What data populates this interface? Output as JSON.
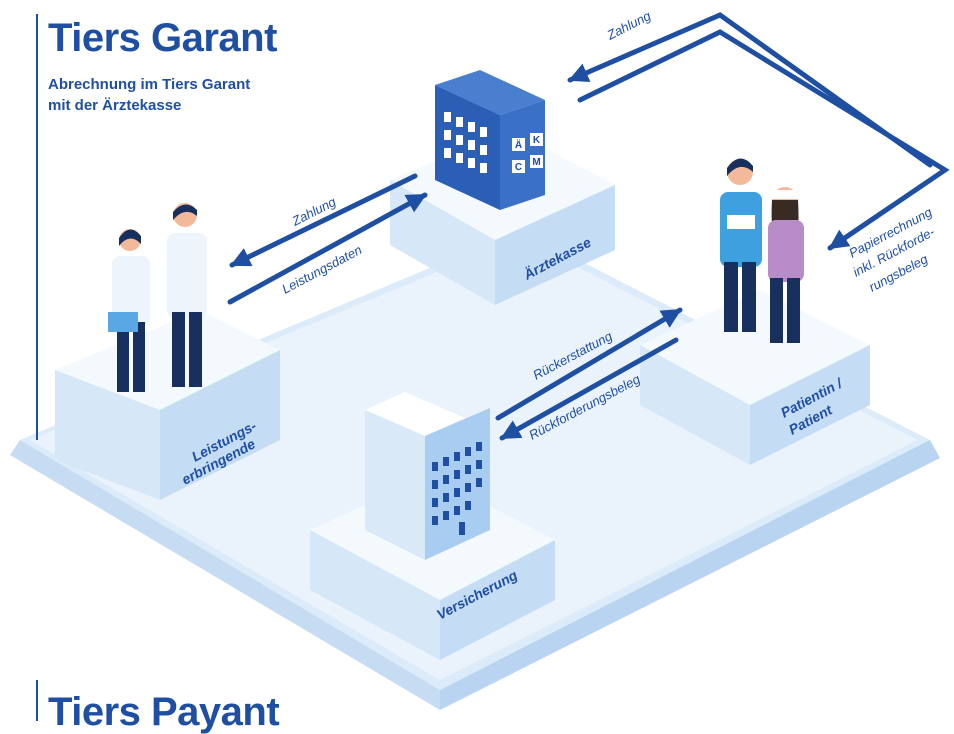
{
  "header": {
    "title": "Tiers Garant",
    "subtitle_line1": "Abrechnung im Tiers Garant",
    "subtitle_line2": "mit der Ärztekasse"
  },
  "footer": {
    "title": "Tiers Payant"
  },
  "nodes": {
    "aerztekasse": "Ärztekasse",
    "leistung_line1": "Leistungs-",
    "leistung_line2": "erbringende",
    "patient_line1": "Patientin /",
    "patient_line2": "Patient",
    "versicherung": "Versicherung"
  },
  "building_sign": [
    "Ä",
    "K",
    "C",
    "M"
  ],
  "arrows": {
    "zahlung_top": "Zahlung",
    "zahlung_left": "Zahlung",
    "leistungsdaten": "Leistungsdaten",
    "papier_line1": "Papierrechnung",
    "papier_line2": "inkl. Rückforde-",
    "papier_line3": "rungsbeleg",
    "rueckerstattung": "Rückerstattung",
    "rueckforderungsbeleg": "Rückforderungsbeleg"
  },
  "colors": {
    "brand_blue": "#1f4fa3",
    "platform_light": "#e8f1fb",
    "platform_side": "#cfe2f6",
    "building_dark": "#2a5fb5",
    "building_light": "#a9cdf0"
  }
}
